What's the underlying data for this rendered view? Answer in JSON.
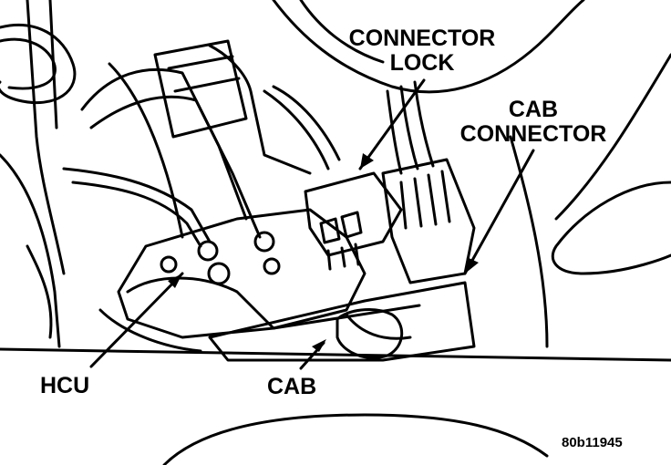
{
  "labels": {
    "connector_lock_line1": "CONNECTOR",
    "connector_lock_line2": "LOCK",
    "cab_connector_line1": "CAB",
    "cab_connector_line2": "CONNECTOR",
    "hcu": "HCU",
    "cab": "CAB",
    "figure_id": "80b11945"
  },
  "colors": {
    "ink": "#000000",
    "paper": "#ffffff"
  }
}
